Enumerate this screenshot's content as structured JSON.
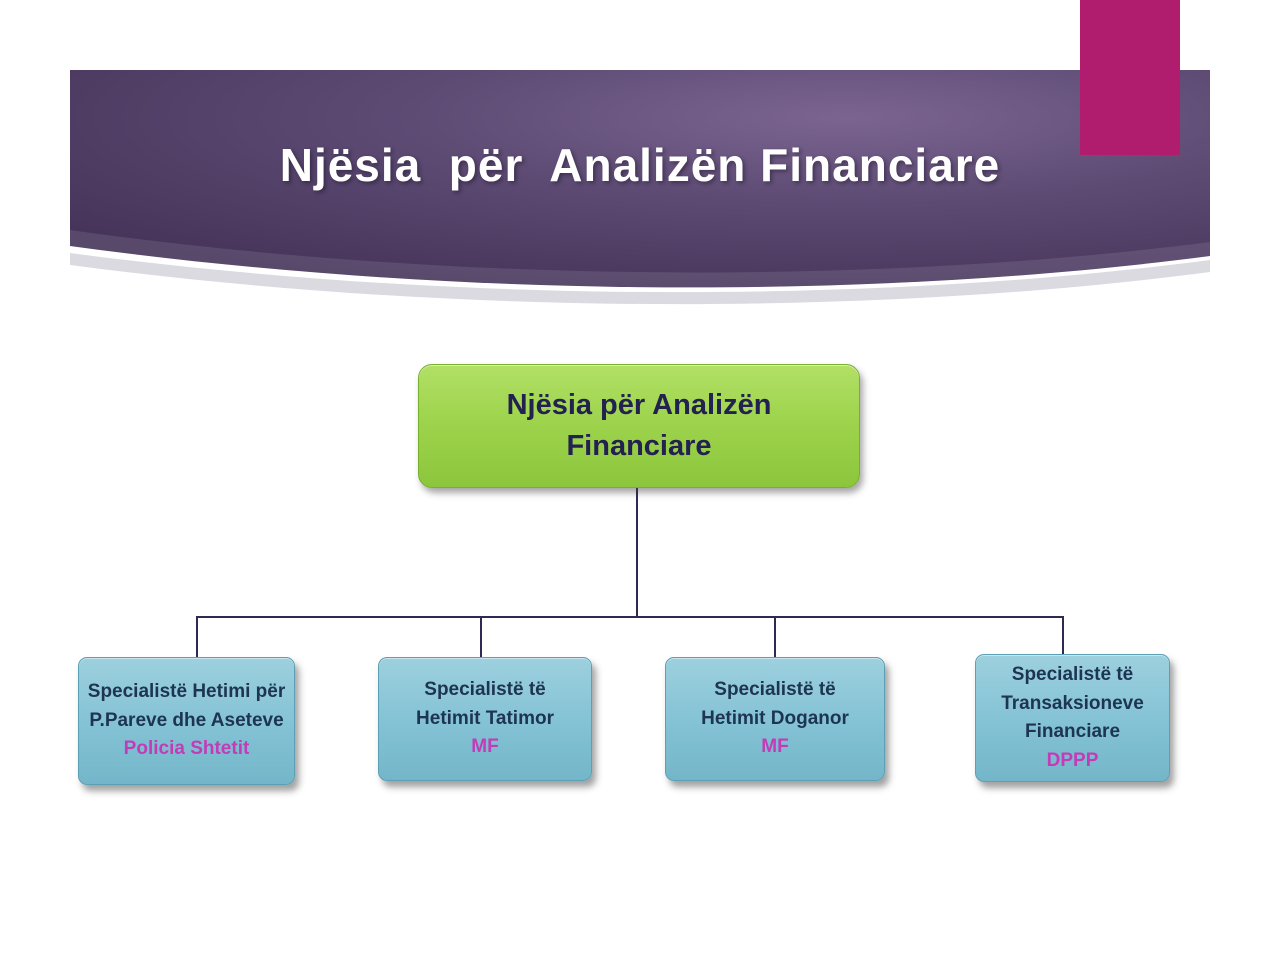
{
  "slide": {
    "title": "Njësia  për  Analizën Financiare"
  },
  "org_chart": {
    "root": {
      "label": "Njësia për Analizën\nFinanciare"
    },
    "children": [
      {
        "label": "Specialistë Hetimi për\nP.Pareve dhe Aseteve",
        "sublabel": "Policia Shtetit"
      },
      {
        "label": "Specialistë të\nHetimit Tatimor",
        "sublabel": "MF"
      },
      {
        "label": "Specialistë të\nHetimit Doganor",
        "sublabel": "MF"
      },
      {
        "label": "Specialistë të\nTransaksioneve\nFinanciare",
        "sublabel": "DPPP"
      }
    ]
  },
  "colors": {
    "banner_dark": "#46345a",
    "banner_light": "#7b6590",
    "accent_rect": "#b01d6e",
    "root_box": "#9ed44d",
    "child_box": "#85c3d6",
    "connector": "#2e2a55",
    "sublabel_text": "#c23cb8",
    "title_text": "#ffffff",
    "node_text": "#1d3550"
  }
}
